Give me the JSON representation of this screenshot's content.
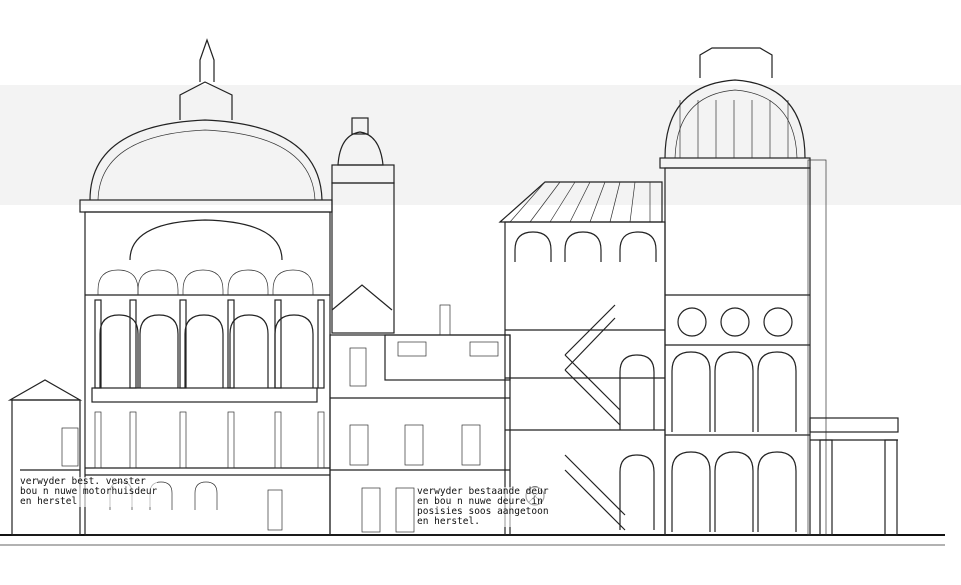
{
  "drawing": {
    "type": "architectural section elevation",
    "line_color": "#222222",
    "background": "#ffffff"
  },
  "annotations": [
    {
      "id": "left-note",
      "lines": [
        "verwyder best. venster",
        "bou n nuwe motorhuisdeur",
        "en herstel"
      ]
    },
    {
      "id": "center-note",
      "lines": [
        "verwyder bestaande deur",
        "en bou n nuwe deure in",
        "posisies soos aangetoon",
        "en herstel."
      ]
    }
  ]
}
